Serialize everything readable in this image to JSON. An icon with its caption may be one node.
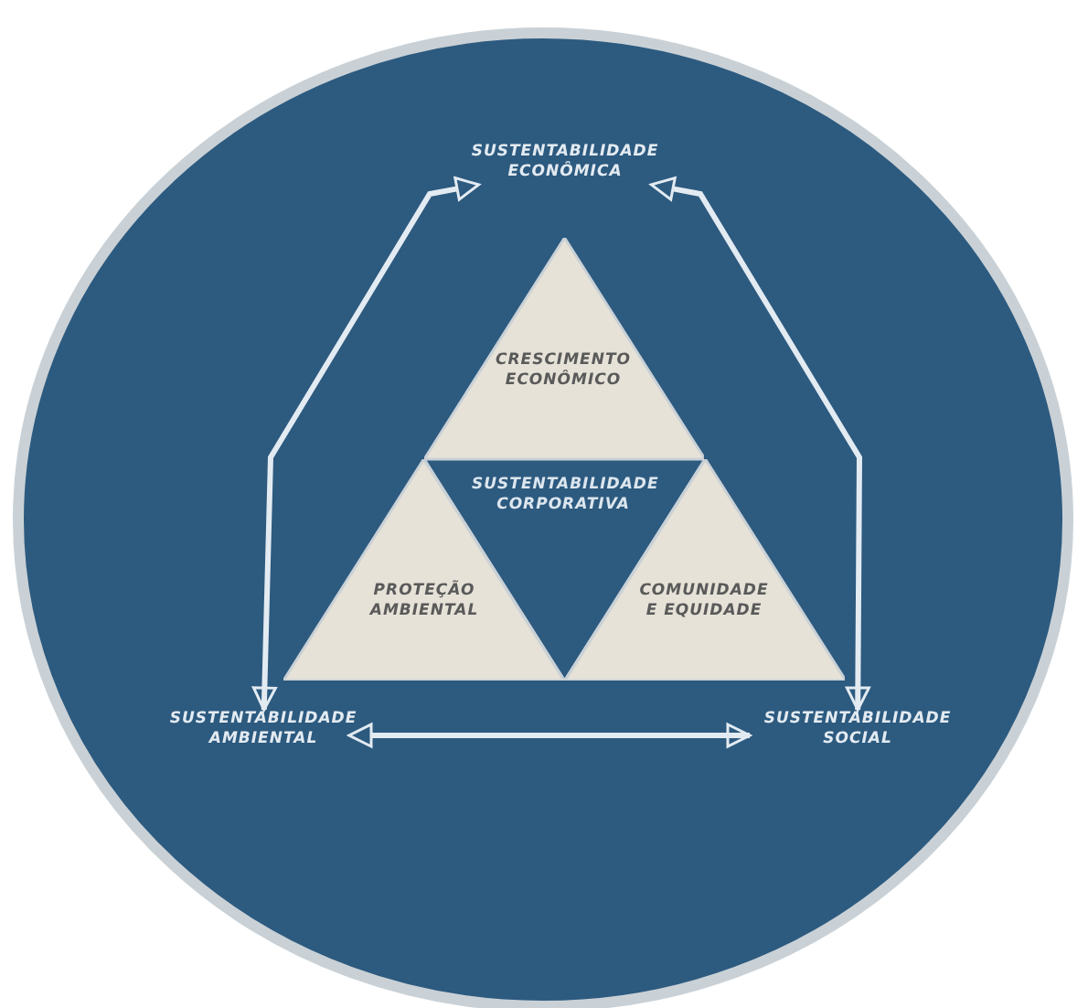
{
  "diagram": {
    "nodes": [
      {
        "text": [
          "SUSTENTABILIDADE ECONÔMICA"
        ]
      },
      {
        "text": [
          "CRESCIMENTO ECONÔMICO"
        ]
      },
      {
        "text": [
          "SUSTENTABILIDADE CORPORATIVA"
        ]
      },
      {
        "text": [
          "PROTEÇÃO AMBIENTAL"
        ]
      },
      {
        "text": [
          "COMUNIDADE E EQUIDADE"
        ]
      },
      {
        "text": [
          "SUSTENTABILIDADE AMBIENTAL"
        ]
      },
      {
        "text": [
          "SUSTENTABILIDADE SOCIAL"
        ]
      }
    ],
    "edges": [
      {
        "from": 0,
        "to": 5,
        "arrow": "both"
      },
      {
        "from": 0,
        "to": 6,
        "arrow": "both"
      },
      {
        "from": 5,
        "to": 6,
        "arrow": "both"
      }
    ]
  }
}
